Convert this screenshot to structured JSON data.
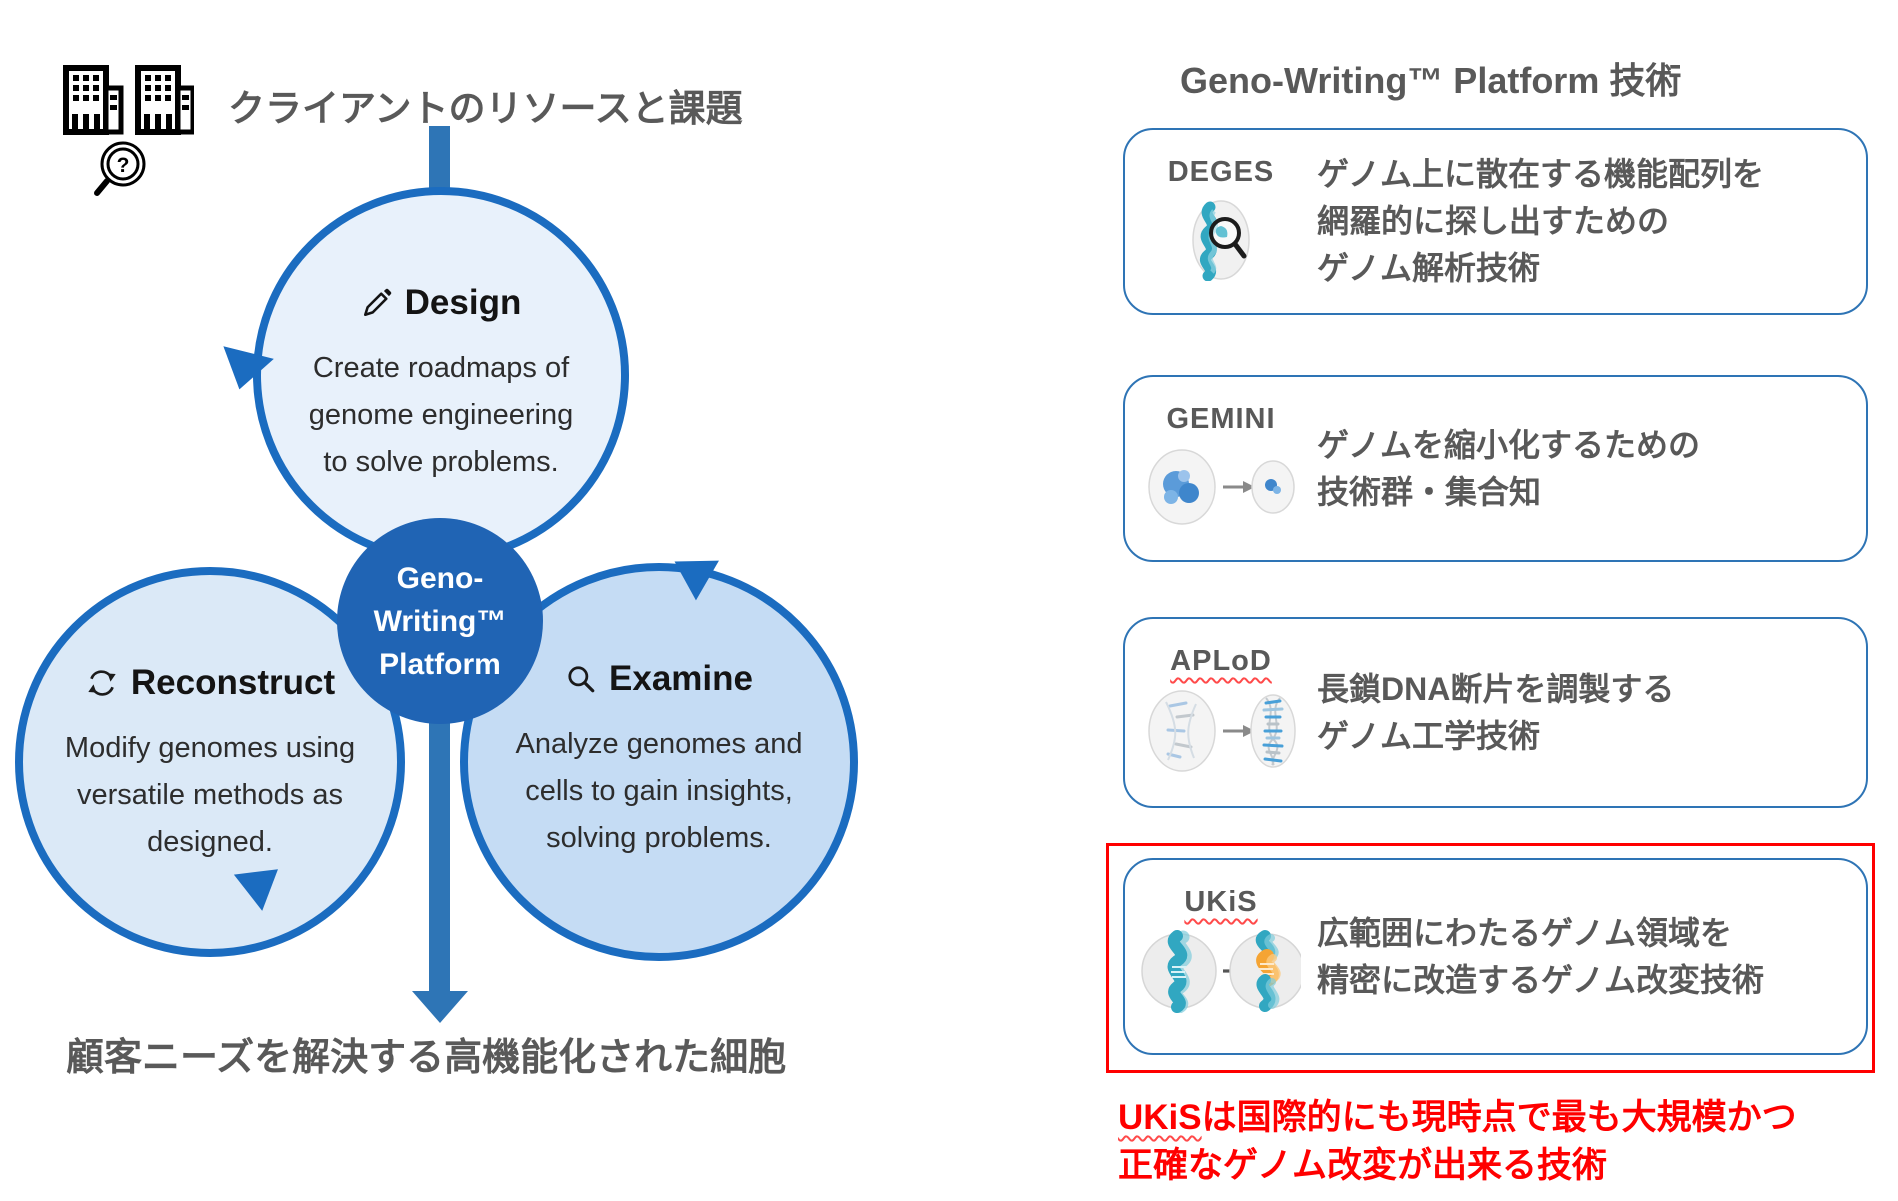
{
  "left": {
    "title": "クライアントのリソースと課題",
    "bottom_caption": "顧客ニーズを解決する高機能化された細胞",
    "center_circle": "Geno-Writing™\nPlatform",
    "design": {
      "label": "Design",
      "body": "Create roadmaps of\ngenome engineering\nto solve problems."
    },
    "reconstruct": {
      "label": "Reconstruct",
      "body": "Modify genomes using\nversatile methods as\ndesigned."
    },
    "examine": {
      "label": "Examine",
      "body": "Analyze genomes and\ncells to gain insights,\nsolving problems."
    }
  },
  "right": {
    "heading": "Geno-Writing™ Platform 技術",
    "cards": [
      {
        "label": "DEGES",
        "icon": "dna-search-icon",
        "underlined": false,
        "highlighted": false,
        "text": "ゲノム上に散在する機能配列を\n網羅的に探し出すための\nゲノム解析技術"
      },
      {
        "label": "GEMINI",
        "icon": "cell-shrink-icon",
        "underlined": false,
        "highlighted": false,
        "text": "ゲノムを縮小化するための\n技術群・集合知"
      },
      {
        "label": "APLoD",
        "icon": "dna-assembly-icon",
        "underlined": true,
        "highlighted": false,
        "text": "長鎖DNA断片を調製する\nゲノム工学技術"
      },
      {
        "label": "UKiS",
        "icon": "dna-replace-icon",
        "underlined": true,
        "highlighted": true,
        "text": "広範囲にわたるゲノム領域を\n精密に改造するゲノム改変技術"
      }
    ],
    "note": {
      "prefix": "UKiS",
      "line1_rest": "は国際的にも現時点で最も大規模かつ",
      "line2": "正確なゲノム改変が出来る技術"
    }
  },
  "colors": {
    "arc_blue": "#1b6cc0",
    "bar_blue": "#2e75b6",
    "center_circle_blue": "#2064b4",
    "design_fill": "#e8f1fb",
    "reconstruct_fill": "#dbe9f7",
    "examine_fill": "#c5dcf4",
    "card_border": "#2e74b5",
    "text_gray": "#595959",
    "note_red": "#ff0000",
    "teal": "#31a7c1",
    "orange": "#f5a433"
  }
}
